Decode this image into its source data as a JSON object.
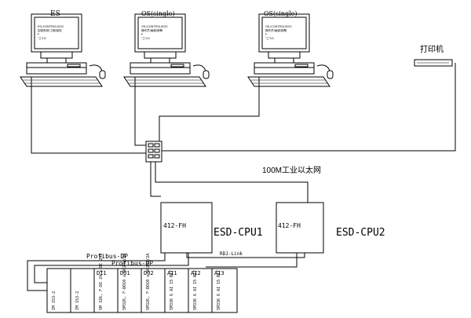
{
  "workstations": {
    "es": {
      "label": "ES",
      "screen_lines": [
        "ES=CONTROL/DOC",
        "控制系统/工程/组态",
        "F",
        "\"工\"LD"
      ]
    },
    "os1": {
      "label": "OS(single)",
      "screen_lines": [
        "OS=CONTROL/DOC",
        "操作员/画面/报警",
        "F",
        "\"工\"LD"
      ]
    },
    "os2": {
      "label": "OS(single)",
      "screen_lines": [
        "OS=CONTROL/DOC",
        "操作员/画面/报警",
        "F",
        "\"工\"LD"
      ]
    }
  },
  "printer": {
    "label": "打印机"
  },
  "network": {
    "label": "100M工业以太网"
  },
  "cpus": [
    {
      "module": "412-FH",
      "name": "ESD-CPU1"
    },
    {
      "module": "412-FH",
      "name": "ESD-CPU2"
    }
  ],
  "links": {
    "profibus_1": "Profibus-DP",
    "profibus_2": "Profibus-DP",
    "rdj_link": "RDJ-Link"
  },
  "io_rack": {
    "modules": [
      {
        "top": "",
        "side": "IM 153-2"
      },
      {
        "top": "",
        "side": "IM 153-2"
      },
      {
        "top": "DI1",
        "side": "SM 326, F-DI 24 x DC 24V"
      },
      {
        "top": "DO1",
        "side": "SM326, F-DO10 x DC24V/2A"
      },
      {
        "top": "DO2",
        "side": "SM326, F-DO10 x DC24V/2A"
      },
      {
        "top": "AI1",
        "side": "SM336 6 AI 15 BIT"
      },
      {
        "top": "AI2",
        "side": "SM336 6 AI 15 BIT"
      },
      {
        "top": "AI3",
        "side": "SM336 6 AI 15 BIT"
      }
    ]
  }
}
